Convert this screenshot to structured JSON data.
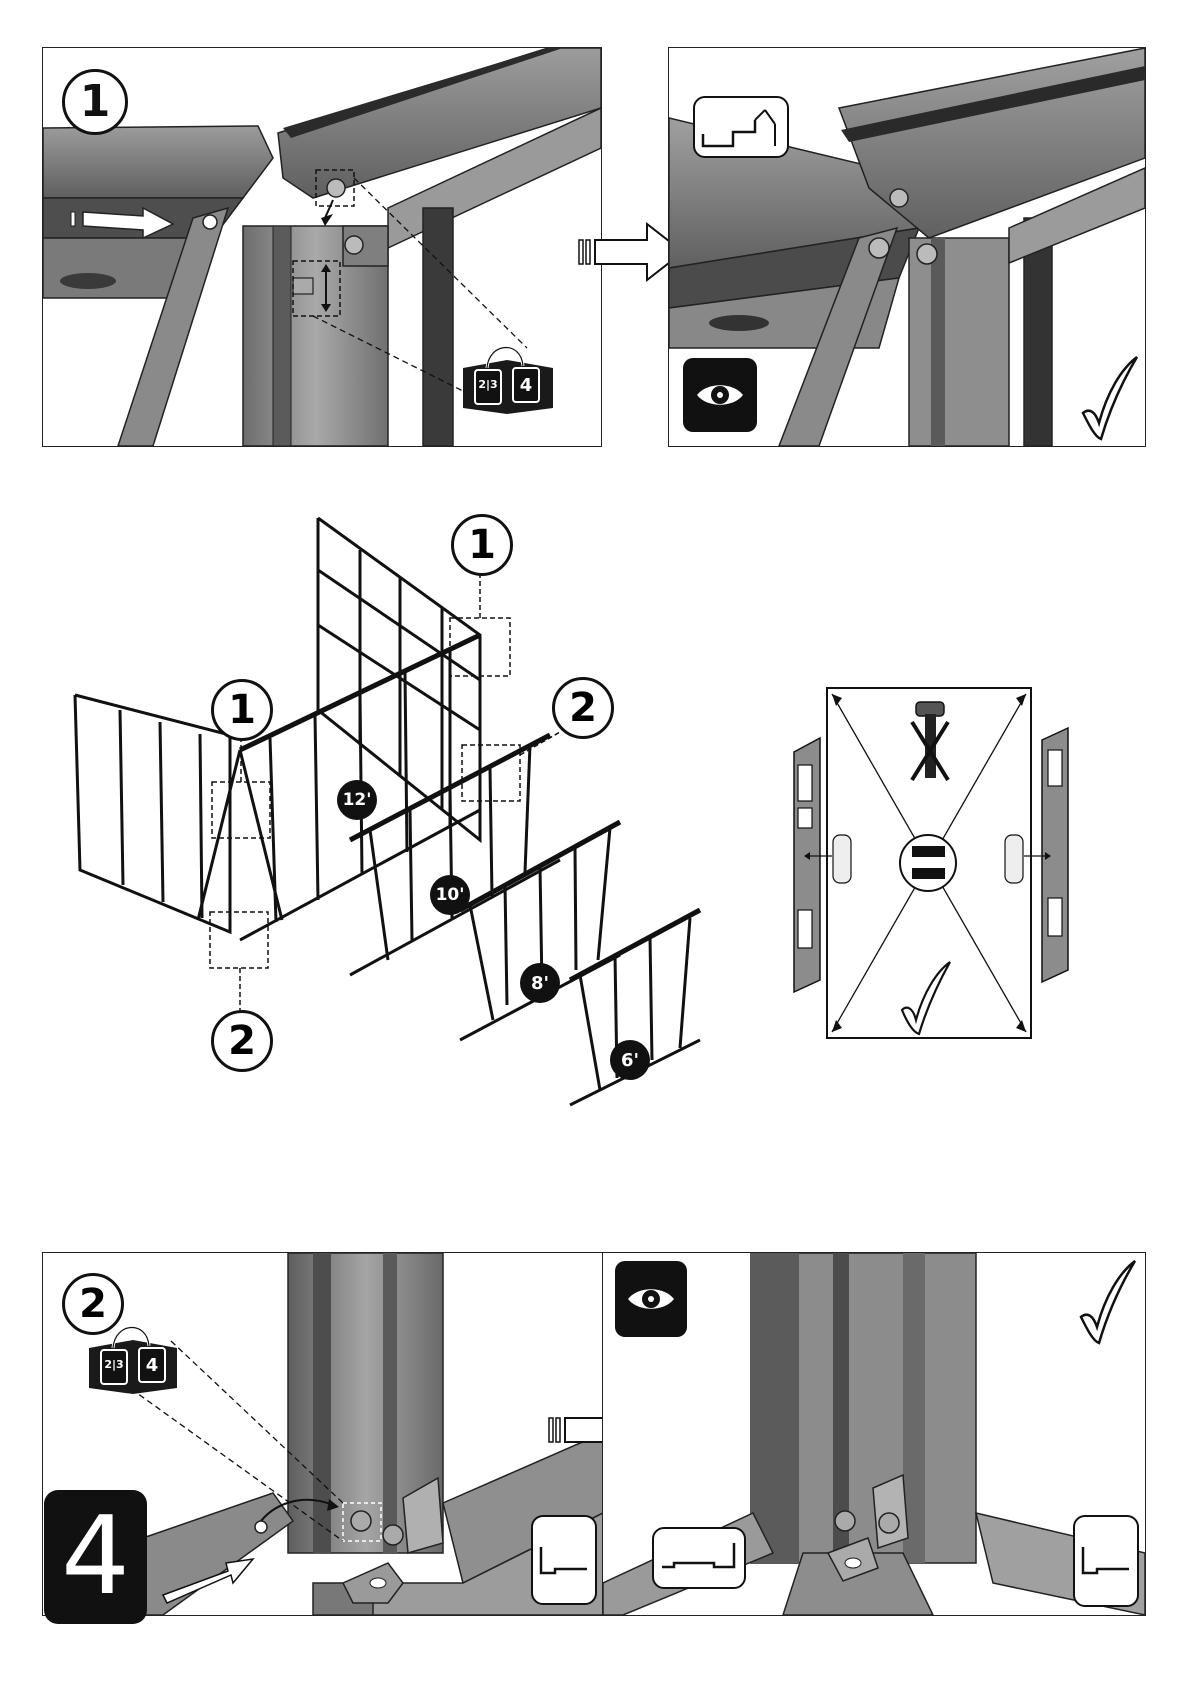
{
  "page": {
    "step_number": "4"
  },
  "top_left": {
    "callout": "1",
    "book_pages": [
      "2|3",
      "4"
    ]
  },
  "top_right": {
    "view_icon": "eye-icon",
    "check_icon": "checkmark-icon"
  },
  "middle": {
    "callouts_one": [
      "1",
      "1"
    ],
    "callouts_two": [
      "2",
      "2"
    ],
    "panel_sizes": [
      "12'",
      "10'",
      "8'",
      "6'"
    ]
  },
  "level_card": {
    "check_icon": "checkmark-icon",
    "forbidden_icon": "crossed-out-hammer-icon"
  },
  "bottom_left": {
    "callout": "2",
    "book_pages": [
      "2|3",
      "4"
    ]
  },
  "bottom_right": {
    "view_icon": "eye-icon",
    "check_icon": "checkmark-icon"
  },
  "colors": {
    "ink": "#111111",
    "metal_dark": "#5a5a5a",
    "metal_mid": "#8a8a8a",
    "metal_light": "#c2c2c2"
  }
}
